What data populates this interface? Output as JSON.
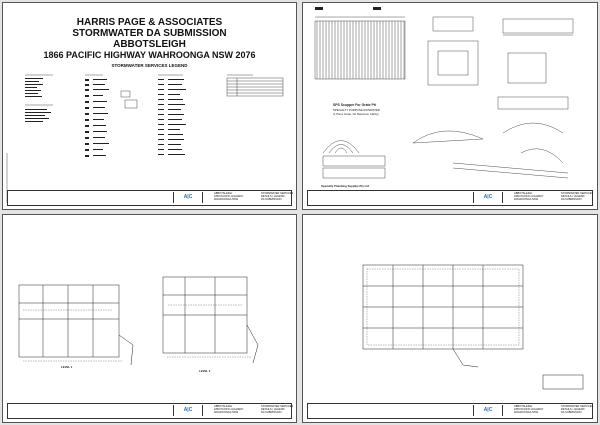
{
  "sheet1": {
    "heading": [
      "HARRIS PAGE & ASSOCIATES",
      "STORMWATER DA SUBMISSION",
      "ABBOTSLEIGH",
      "1866 PACIFIC HIGHWAY WAHROONGA NSW 2076"
    ],
    "subheading": "STORMWATER SERVICES LEGEND"
  },
  "sheet2": {
    "labels": [
      "SPS Scupper For Grate Pit",
      "SPECIALTY PURPOSE RAINWATER",
      "(1 Piece Grate, No Maximum Clarity)",
      "Specialty Plumbing Supplier Pty Ltd"
    ]
  },
  "sheet3": {
    "labels": [
      "LEVEL 1",
      "LEVEL 2"
    ]
  },
  "titleblock": {
    "logo": "A|C",
    "project_lines": [
      "ABBOTSLEIGH",
      "1866 PACIFIC HIGHWAY",
      "WAHROONGA NSW"
    ],
    "title_lines": [
      "STORMWATER SERVICES",
      "DETAILS / LEGEND",
      "DA SUBMISSION"
    ]
  },
  "colors": {
    "ink": "#222222",
    "logo": "#2a6fb0",
    "paper": "#ffffff",
    "border": "#555555"
  }
}
